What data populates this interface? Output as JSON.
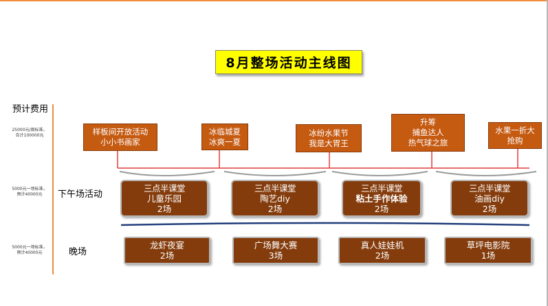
{
  "title": "8月整场活动主线图",
  "budget_label": "预计费用",
  "cost_notes": {
    "milestones": "25000元/周标准，\n合计100000元",
    "afternoon": "5000元一场标准，\n预计40000元",
    "evening": "5000元一场标准，\n预计40000元"
  },
  "row_labels": {
    "afternoon": "下午场活动",
    "evening": "晚场"
  },
  "milestones": [
    {
      "line1": "样板间开放活动",
      "line2": "小小书画家"
    },
    {
      "line1": "冰临城夏",
      "line2": "冰爽一夏"
    },
    {
      "line1": "冰纷水果节",
      "line2": "我是大胃王"
    },
    {
      "line1": "升筹",
      "line2": "捕鱼达人",
      "line3": "热气球之旅"
    },
    {
      "line1": "水果一折大",
      "line2": "抢购"
    }
  ],
  "afternoon": [
    {
      "header": "三点半课堂",
      "name": "儿童乐园",
      "count": "2场"
    },
    {
      "header": "三点半课堂",
      "name": "陶艺diy",
      "count": "2场"
    },
    {
      "header": "三点半课堂",
      "name": "粘土手作体验",
      "count": "2场"
    },
    {
      "header": "三点半课堂",
      "name": "油画diy",
      "count": "2场"
    }
  ],
  "evening": [
    {
      "name": "龙虾夜宴",
      "count": "2场"
    },
    {
      "name": "广场舞大赛",
      "count": "3场"
    },
    {
      "name": "真人娃娃机",
      "count": "2场"
    },
    {
      "name": "草坪电影院",
      "count": "1场"
    }
  ],
  "colors": {
    "accent_orange": "#f08c3c",
    "milestone_fill": "#c55a11",
    "activity_fill": "#843c0c",
    "title_fill": "#ffff00",
    "timeline_red": "#e03b3b",
    "divider_blue": "#1f3c7a"
  }
}
